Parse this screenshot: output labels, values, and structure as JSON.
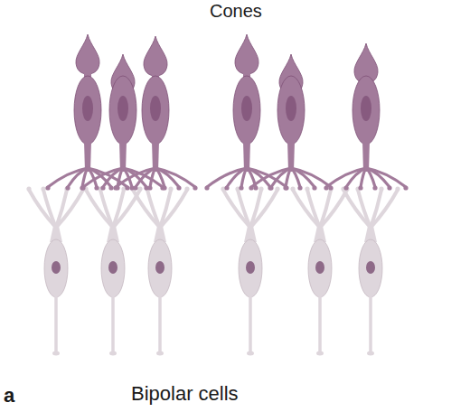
{
  "diagram": {
    "labels": [
      "Cones",
      "a",
      "Bipolar cells"
    ]
  }
}
